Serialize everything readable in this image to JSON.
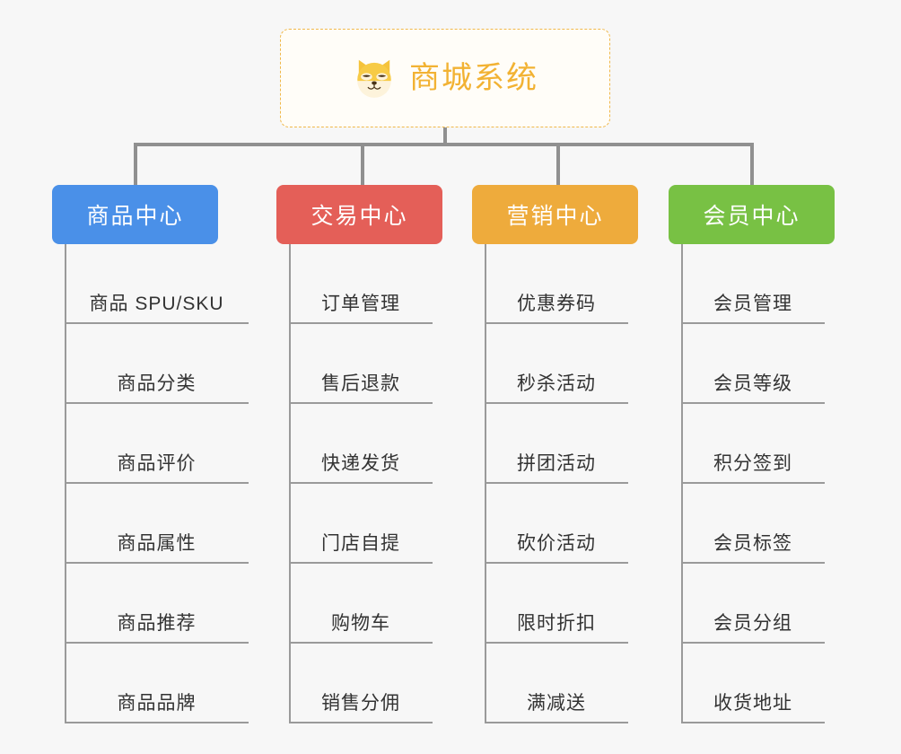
{
  "diagram": {
    "type": "mindmap",
    "background_color": "#f7f7f7",
    "root": {
      "title": "商城系统",
      "icon": "shiba-dog-face-icon",
      "text_color": "#f2b233",
      "border_color": "#f0b84a",
      "fill_color": "#fffdf8"
    },
    "connector_color": "#909090",
    "branches": [
      {
        "label": "商品中心",
        "color": "#4a90e8",
        "items": [
          "商品 SPU/SKU",
          "商品分类",
          "商品评价",
          "商品属性",
          "商品推荐",
          "商品品牌"
        ]
      },
      {
        "label": "交易中心",
        "color": "#e45f58",
        "items": [
          "订单管理",
          "售后退款",
          "快递发货",
          "门店自提",
          "购物车",
          "销售分佣"
        ]
      },
      {
        "label": "营销中心",
        "color": "#eeab3c",
        "items": [
          "优惠券码",
          "秒杀活动",
          "拼团活动",
          "砍价活动",
          "限时折扣",
          "满减送"
        ]
      },
      {
        "label": "会员中心",
        "color": "#78c144",
        "items": [
          "会员管理",
          "会员等级",
          "积分签到",
          "会员标签",
          "会员分组",
          "收货地址"
        ]
      }
    ]
  }
}
